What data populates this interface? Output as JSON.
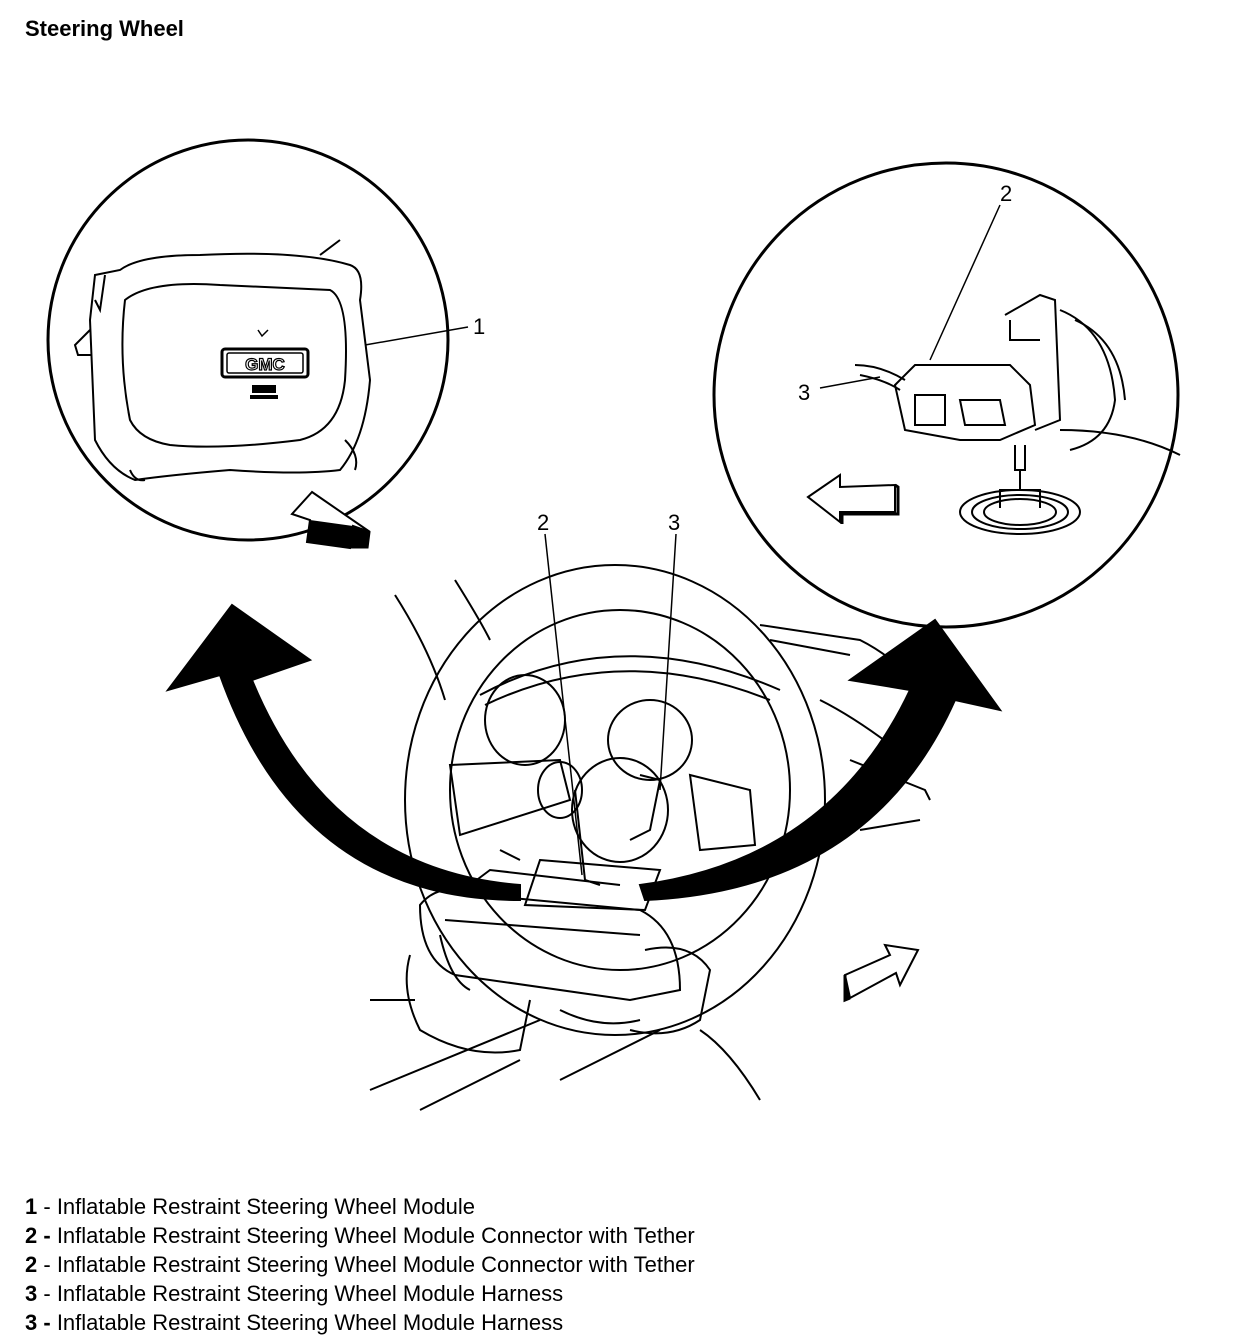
{
  "title": "Steering Wheel",
  "logo_text": "GMC",
  "callouts": {
    "left_1": "1",
    "right_2": "2",
    "right_3": "3",
    "center_2": "2",
    "center_3": "3"
  },
  "legend": [
    {
      "num": "1",
      "sep": " - ",
      "text": "Inflatable Restraint Steering Wheel Module"
    },
    {
      "num": "2",
      "sep": " - ",
      "text": "Inflatable Restraint Steering Wheel Module Connector with Tether"
    },
    {
      "num": "2",
      "sep": " - ",
      "text": "Inflatable Restraint Steering Wheel Module Connector with Tether"
    },
    {
      "num": "3",
      "sep": " - ",
      "text": "Inflatable Restraint Steering Wheel Module Harness"
    },
    {
      "num": "3",
      "sep": " - ",
      "text": "Inflatable Restraint Steering Wheel Module Harness"
    }
  ]
}
